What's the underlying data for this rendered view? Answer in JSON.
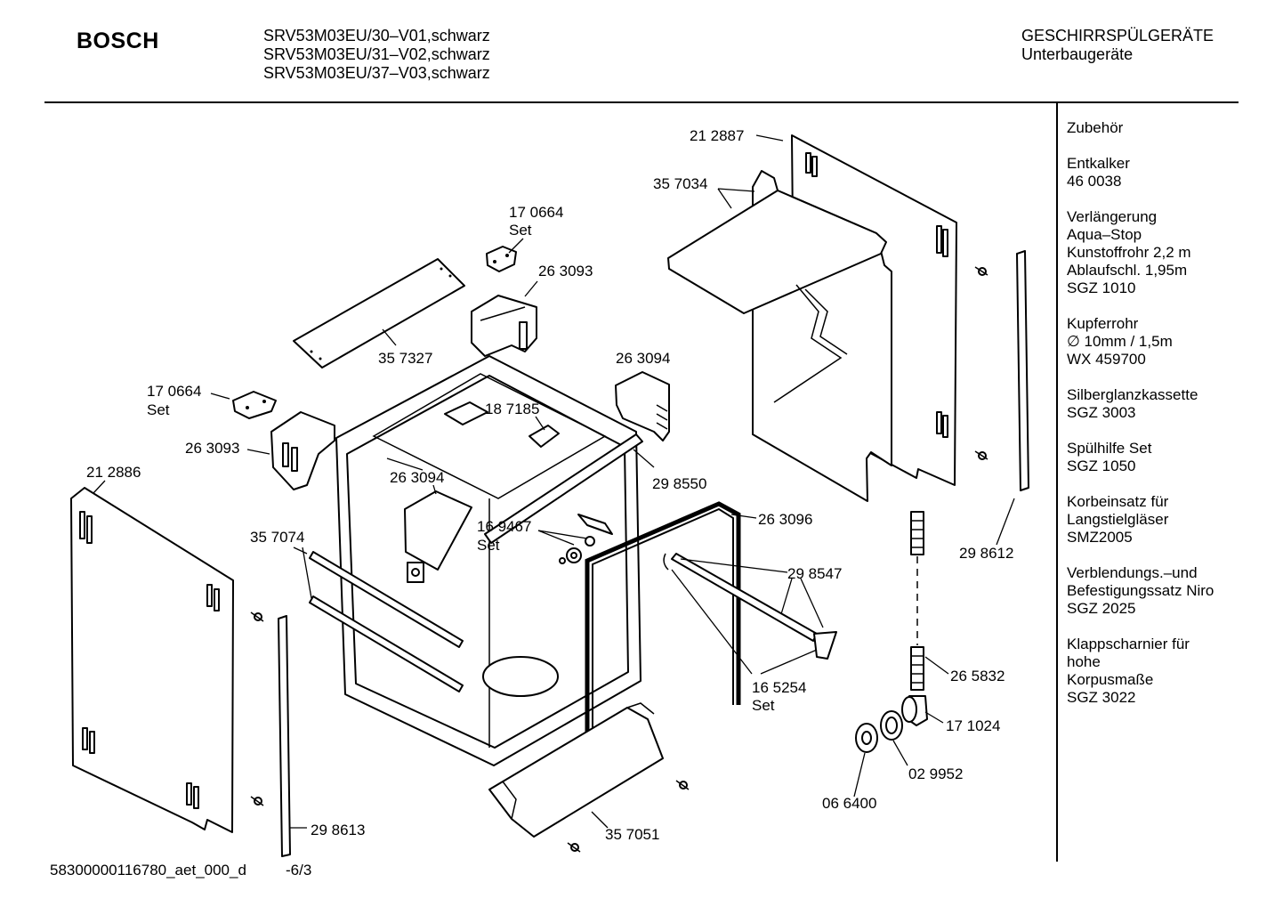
{
  "header": {
    "brand": "BOSCH",
    "models": [
      "SRV53M03EU/30–V01,schwarz",
      "SRV53M03EU/31–V02,schwarz",
      "SRV53M03EU/37–V03,schwarz"
    ],
    "category": "GESCHIRRSPÜLGERÄTE",
    "subcategory": "Unterbaugeräte"
  },
  "accessories": {
    "heading": "Zubehör",
    "items": [
      {
        "lines": [
          "Entkalker",
          "46 0038"
        ]
      },
      {
        "lines": [
          "Verlängerung",
          "Aqua–Stop",
          "Kunstoffrohr 2,2 m",
          "Ablaufschl. 1,95m",
          "SGZ 1010"
        ]
      },
      {
        "lines": [
          "Kupferrohr",
          "∅ 10mm / 1,5m",
          "WX 459700"
        ]
      },
      {
        "lines": [
          "Silberglanzkassette",
          "SGZ 3003"
        ]
      },
      {
        "lines": [
          "Spülhilfe Set",
          "SGZ 1050"
        ]
      },
      {
        "lines": [
          "Korbeinsatz für",
          "Langstielgläser",
          "SMZ2005"
        ]
      },
      {
        "lines": [
          "Verblendungs.–und",
          "Befestigungssatz Niro",
          "SGZ 2025"
        ]
      },
      {
        "lines": [
          "Klappscharnier für",
          "hohe",
          "Korpusmaße",
          "SGZ 3022"
        ]
      }
    ]
  },
  "part_labels": {
    "p212887": "21 2887",
    "p357034": "35 7034",
    "p170664_a": "17 0664",
    "set_a": "Set",
    "p263093_a": "26 3093",
    "p357327": "35 7327",
    "p263094_a": "26 3094",
    "p170664_b": "17 0664",
    "set_b": "Set",
    "p187185": "18 7185",
    "p263093_b": "26 3093",
    "p212886": "21 2886",
    "p263094_b": "26 3094",
    "p298550": "29 8550",
    "p169467": "16 9467",
    "set_c": "Set",
    "p263096": "26 3096",
    "p357074": "35 7074",
    "p298547": "29 8547",
    "p298612": "29 8612",
    "p165254": "16 5254",
    "set_d": "Set",
    "p265832": "26 5832",
    "p171024": "17 1024",
    "p299952": "02 9952",
    "p066400": "06 6400",
    "p298613": "29 8613",
    "p357051": "35 7051"
  },
  "footer": {
    "code": "58300000116780_aet_000_d",
    "page": "-6/3"
  }
}
